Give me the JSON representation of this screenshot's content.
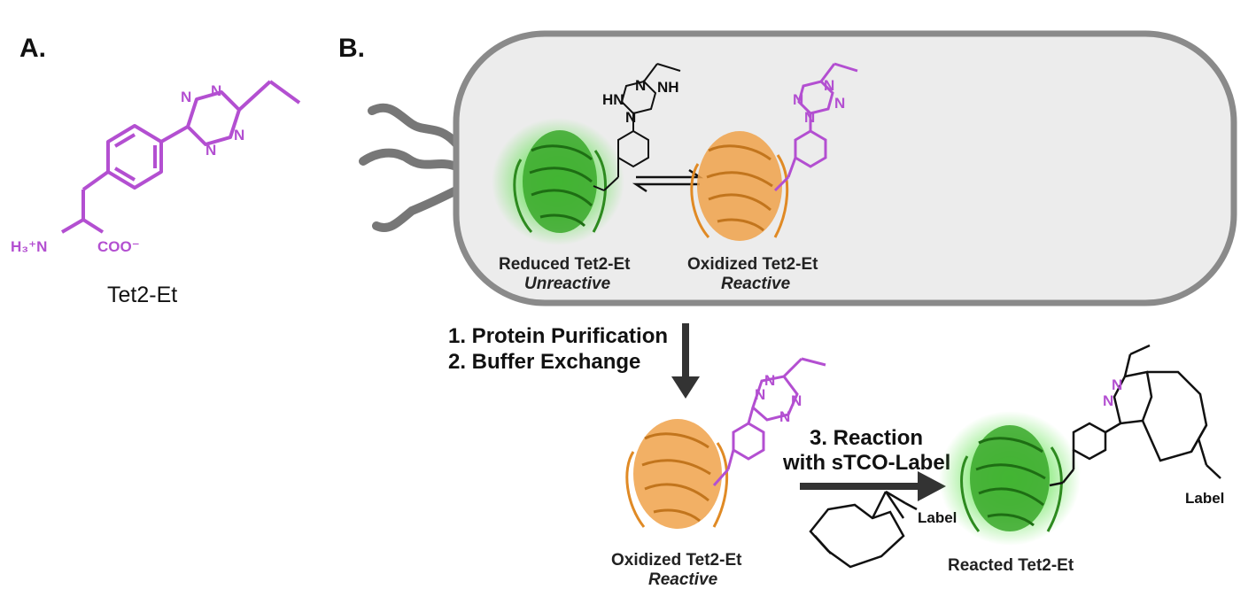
{
  "panel_a": {
    "label": "A.",
    "name": "Tet2-Et",
    "atoms": {
      "n": "N",
      "h3n": "H₃⁺N",
      "coo": "COO⁻"
    }
  },
  "panel_b": {
    "label": "B.",
    "cell": {
      "left": {
        "name": "Reduced Tet2-Et",
        "state": "Unreactive"
      },
      "right": {
        "name": "Oxidized Tet2-Et",
        "state": "Reactive"
      },
      "nh": "NH",
      "hn": "HN"
    },
    "steps": {
      "step1": "1.  Protein Purification",
      "step2": "2.  Buffer Exchange"
    },
    "purified": {
      "name": "Oxidized Tet2-Et",
      "state": "Reactive"
    },
    "reaction": {
      "line1": "3. Reaction",
      "line2": "with sTCO-Label",
      "reagent_label": "Label"
    },
    "product": {
      "name": "Reacted Tet2-Et",
      "label": "Label",
      "n": "N"
    }
  },
  "colors": {
    "tetrazine": "#b34fd1",
    "green_protein": "#3aa82a",
    "orange_protein": "#f0a24a",
    "cell_fill": "#ececec",
    "cell_border": "#888888"
  }
}
